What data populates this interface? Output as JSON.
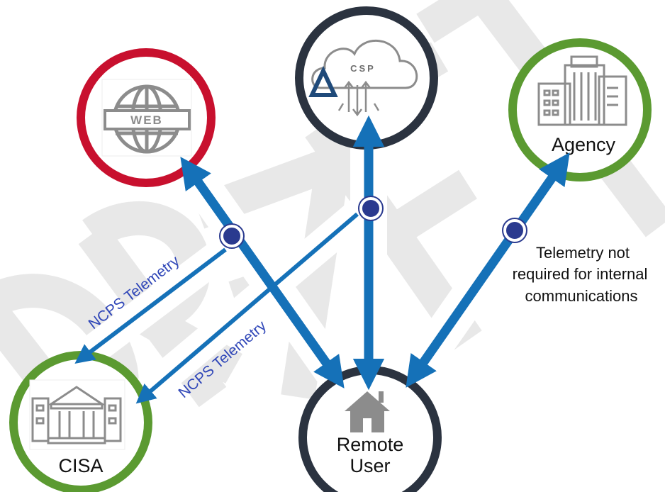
{
  "nodes": {
    "web": {
      "badge": "WEB"
    },
    "csp": {
      "badge": "CSP"
    },
    "agency": {
      "label": "Agency"
    },
    "cisa": {
      "label": "CISA"
    },
    "remote_user": {
      "label_line1": "Remote",
      "label_line2": "User"
    }
  },
  "connections": {
    "telemetry_upper": "NCPS Telemetry",
    "telemetry_lower": "NCPS Telemetry",
    "internal_note": {
      "line1": "Telemetry not",
      "line2": "required for internal",
      "line3": "communications"
    }
  },
  "watermark": "DRAFT",
  "colors": {
    "web_ring": "#c8102e",
    "csp_ring": "#2b3340",
    "agency_ring": "#5b9a31",
    "cisa_ring": "#5b9a31",
    "remote_ring": "#2b3340",
    "arrow": "#1571b8",
    "telemetry_text": "#2f46b8",
    "tap_point": "#2a3a8f",
    "icon_gray": "#8c8c8c",
    "watermark": "#d9d9d9"
  }
}
